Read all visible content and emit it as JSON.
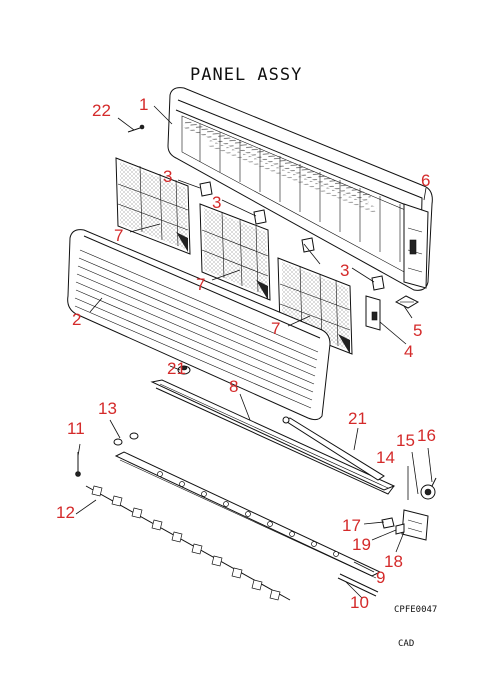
{
  "title": "PANEL ASSY",
  "drawing_code": "CPFE0047",
  "cad_label": "CAD",
  "callouts": {
    "c1": "1",
    "c2": "2",
    "c3a": "3",
    "c3b": "3",
    "c3c": "3",
    "c4": "4",
    "c5": "5",
    "c6": "6",
    "c7a": "7",
    "c7b": "7",
    "c7c": "7",
    "c8": "8",
    "c9": "9",
    "c10": "10",
    "c11": "11",
    "c12": "12",
    "c13": "13",
    "c14": "14",
    "c15": "15",
    "c16": "16",
    "c17": "17",
    "c18": "18",
    "c19": "19",
    "c21a": "21",
    "c21b": "21",
    "c22": "22"
  }
}
